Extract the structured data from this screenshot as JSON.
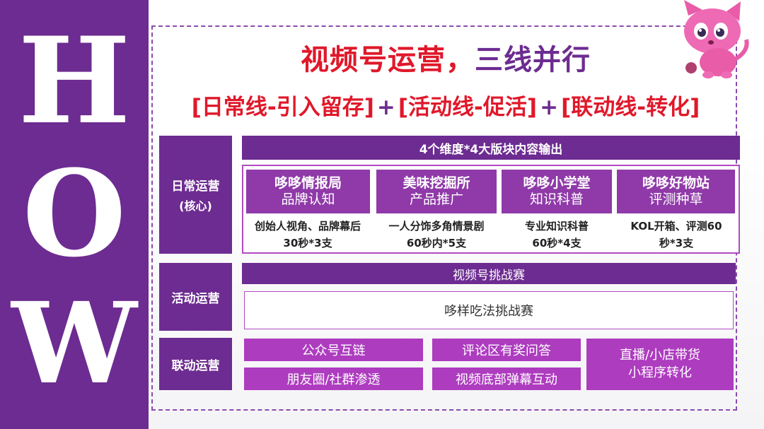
{
  "side_letters": [
    "H",
    "O",
    "W"
  ],
  "title": {
    "part1": "视频号运营，",
    "part2": "三线并行"
  },
  "subtitle": {
    "line1": "[日常线-引入留存]",
    "plus1": "+",
    "line2": "[活动线-促活]",
    "plus2": "+",
    "line3": "[联动线-转化]"
  },
  "rows": {
    "daily": {
      "label": "日常运营",
      "sub": "(核心)",
      "header": "4个维度*4大版块内容输出",
      "columns": [
        {
          "name": "哆哆情报局",
          "tag": "品牌认知",
          "desc1": "创始人视角、品牌幕后",
          "desc2": "30秒*3支"
        },
        {
          "name": "美味挖掘所",
          "tag": "产品推广",
          "desc1": "一人分饰多角情景剧",
          "desc2": "60秒内*5支"
        },
        {
          "name": "哆哆小学堂",
          "tag": "知识科普",
          "desc1": "专业知识科普",
          "desc2": "60秒*4支"
        },
        {
          "name": "哆哆好物站",
          "tag": "评测种草",
          "desc1": "KOL开箱、评测60",
          "desc2": "秒*3支"
        }
      ]
    },
    "activity": {
      "label": "活动运营",
      "bar": "视频号挑战赛",
      "box": "哆样吃法挑战赛"
    },
    "linkage": {
      "label": "联动运营",
      "items": [
        "公众号互链",
        "朋友圈/社群渗透",
        "评论区有奖问答",
        "视频底部弹幕互动"
      ],
      "convert1": "直播/小店带货",
      "convert2": "小程序转化"
    }
  },
  "colors": {
    "purple": "#6d2c91",
    "tile_purple": "#8f3aa8",
    "magenta": "#ad3cbf",
    "red": "#e0182a"
  },
  "icons": [
    "cat-mascot-icon"
  ]
}
